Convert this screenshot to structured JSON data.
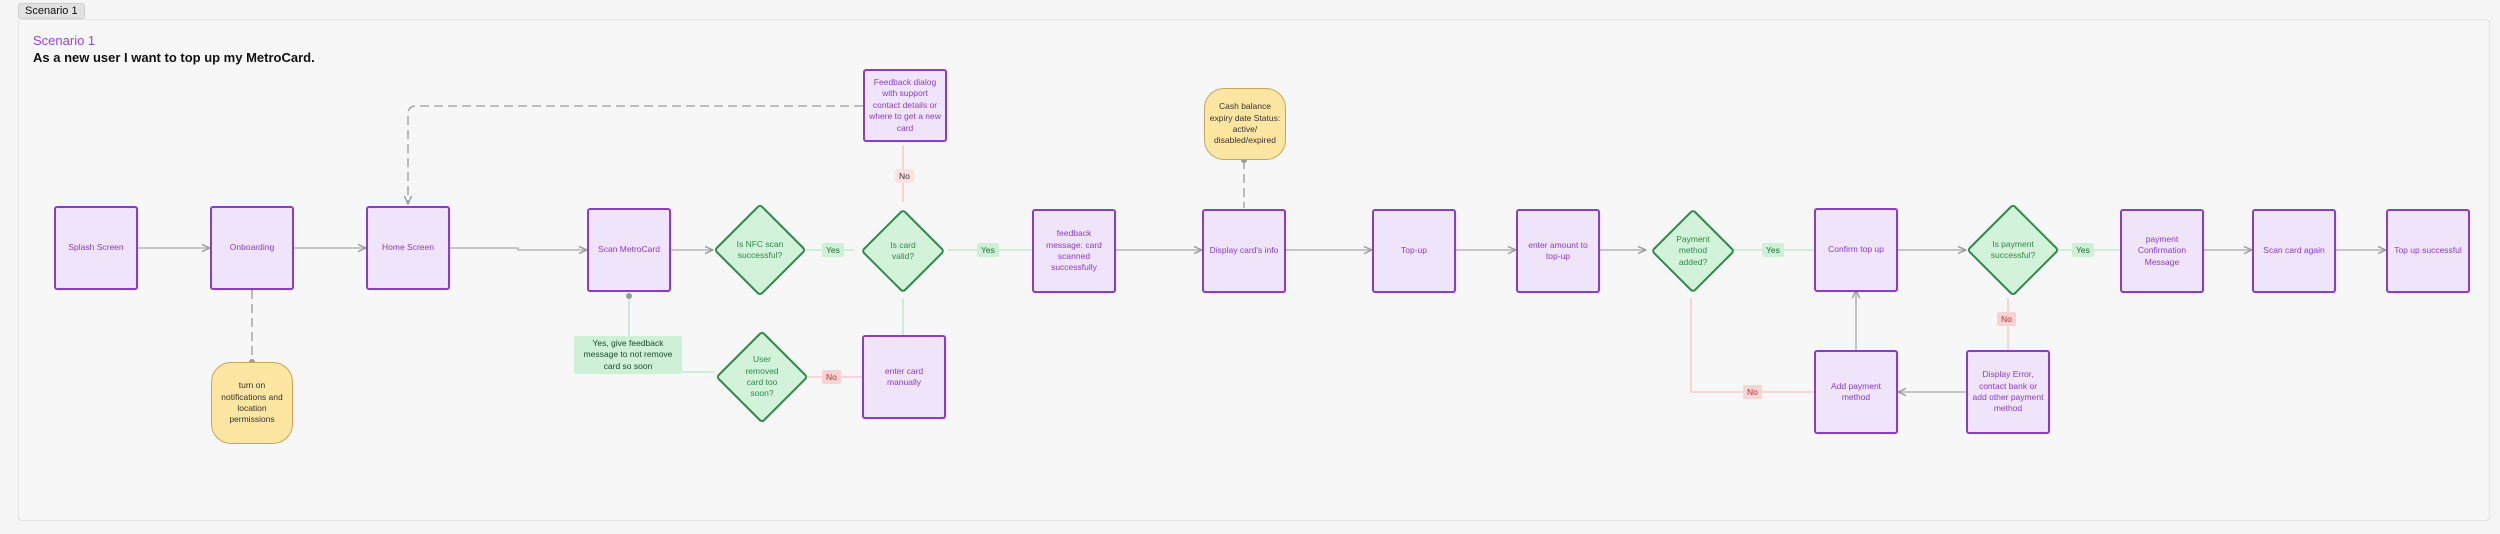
{
  "tab_label": "Scenario 1",
  "frame": {
    "title": "Scenario 1",
    "subtitle": "As a new user I want to top up my MetroCard."
  },
  "nodes": {
    "splash": "Splash Screen",
    "onboarding": "Onboarding",
    "permissions_note": "turn on notifications and location permissions",
    "home": "Home Screen",
    "scan": "Scan MetroCard",
    "nfc_q": "Is NFC scan successful?",
    "card_removed_q": "User removed card too soon?",
    "card_valid_q": "Is card valid?",
    "feedback_dialog": "Feedback dialog with support contact details or where to get a new card",
    "enter_manually": "enter card manually",
    "feedback_scanned": "feedback message: card scanned successfully",
    "display_info": "Display card's info",
    "card_info_note": "Cash balance expiry date Status: active/ disabled/expired",
    "topup": "Top-up",
    "enter_amount": "enter amount to top-up",
    "payment_added_q": "Payment method added?",
    "confirm": "Confirm top up",
    "add_payment": "Add payment method",
    "payment_success_q": "Is payment successful?",
    "display_error": "Display Error, contact bank or add other payment method",
    "payment_confirm": "payment Confirmation Message",
    "scan_again": "Scan card again",
    "topup_success": "Top up successful"
  },
  "labels": {
    "yes": "Yes",
    "no": "No",
    "removed_info": "Yes, give feedback message to not remove card so soon"
  }
}
